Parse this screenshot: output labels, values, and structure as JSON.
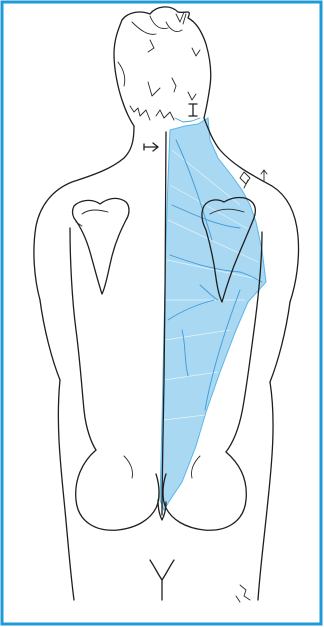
{
  "figure": {
    "subject": "posterior-torso-line-drawing",
    "highlight_region": "right-upper-back-and-flank",
    "colors": {
      "border": "#1e9ad6",
      "highlight_fill": "#a9d8f3",
      "highlight_stroke": "#5bb6e6",
      "ink": "#1f1f1f",
      "background": "#ffffff"
    },
    "markers": [
      {
        "name": "arrow-pointing-right-at-spine"
      },
      {
        "name": "roman-numeral-one-at-neck-base"
      },
      {
        "name": "small-symbols-above-right-shoulder"
      }
    ]
  }
}
